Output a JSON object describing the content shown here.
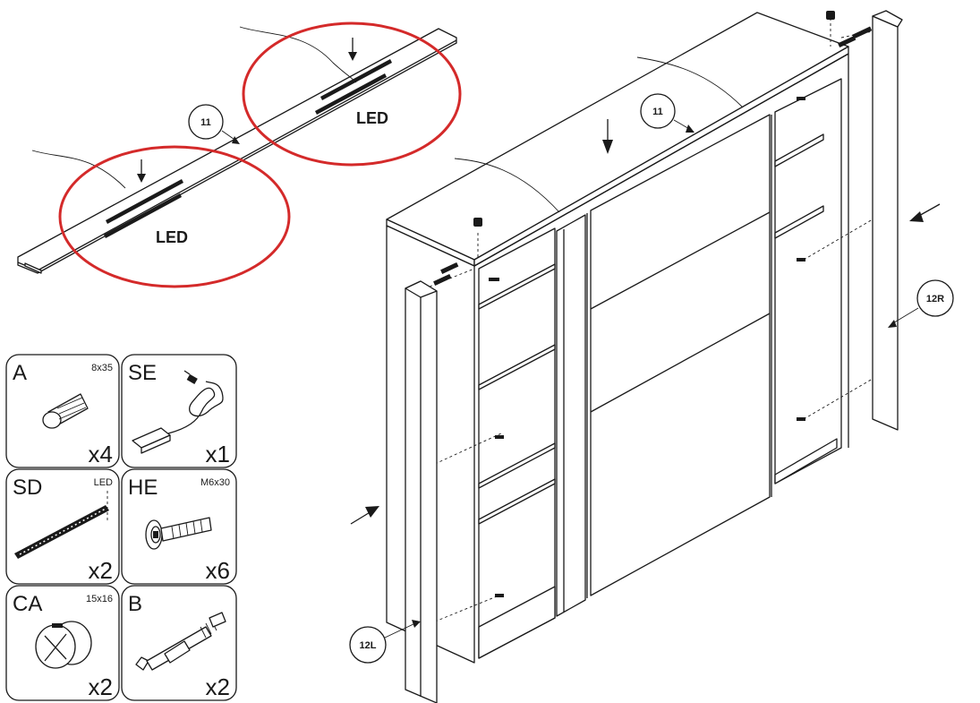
{
  "callouts": {
    "panel_top_left": "11",
    "panel_top_cabinet": "11",
    "side_left": "12L",
    "side_right": "12R"
  },
  "led_labels": {
    "upper": "LED",
    "lower": "LED"
  },
  "highlight_color": "#d42a2a",
  "hardware": [
    {
      "code": "A",
      "size": "8x35",
      "qty": "x4",
      "icon": "dowel-icon"
    },
    {
      "code": "SE",
      "size": "",
      "qty": "x1",
      "icon": "power-supply-icon"
    },
    {
      "code": "SD",
      "size": "LED",
      "qty": "x2",
      "icon": "led-strip-icon"
    },
    {
      "code": "HE",
      "size": "M6x30",
      "qty": "x6",
      "icon": "screw-icon"
    },
    {
      "code": "CA",
      "size": "15x16",
      "qty": "x2",
      "icon": "cam-lock-icon"
    },
    {
      "code": "B",
      "size": "",
      "qty": "x2",
      "icon": "cam-bolt-icon"
    }
  ]
}
